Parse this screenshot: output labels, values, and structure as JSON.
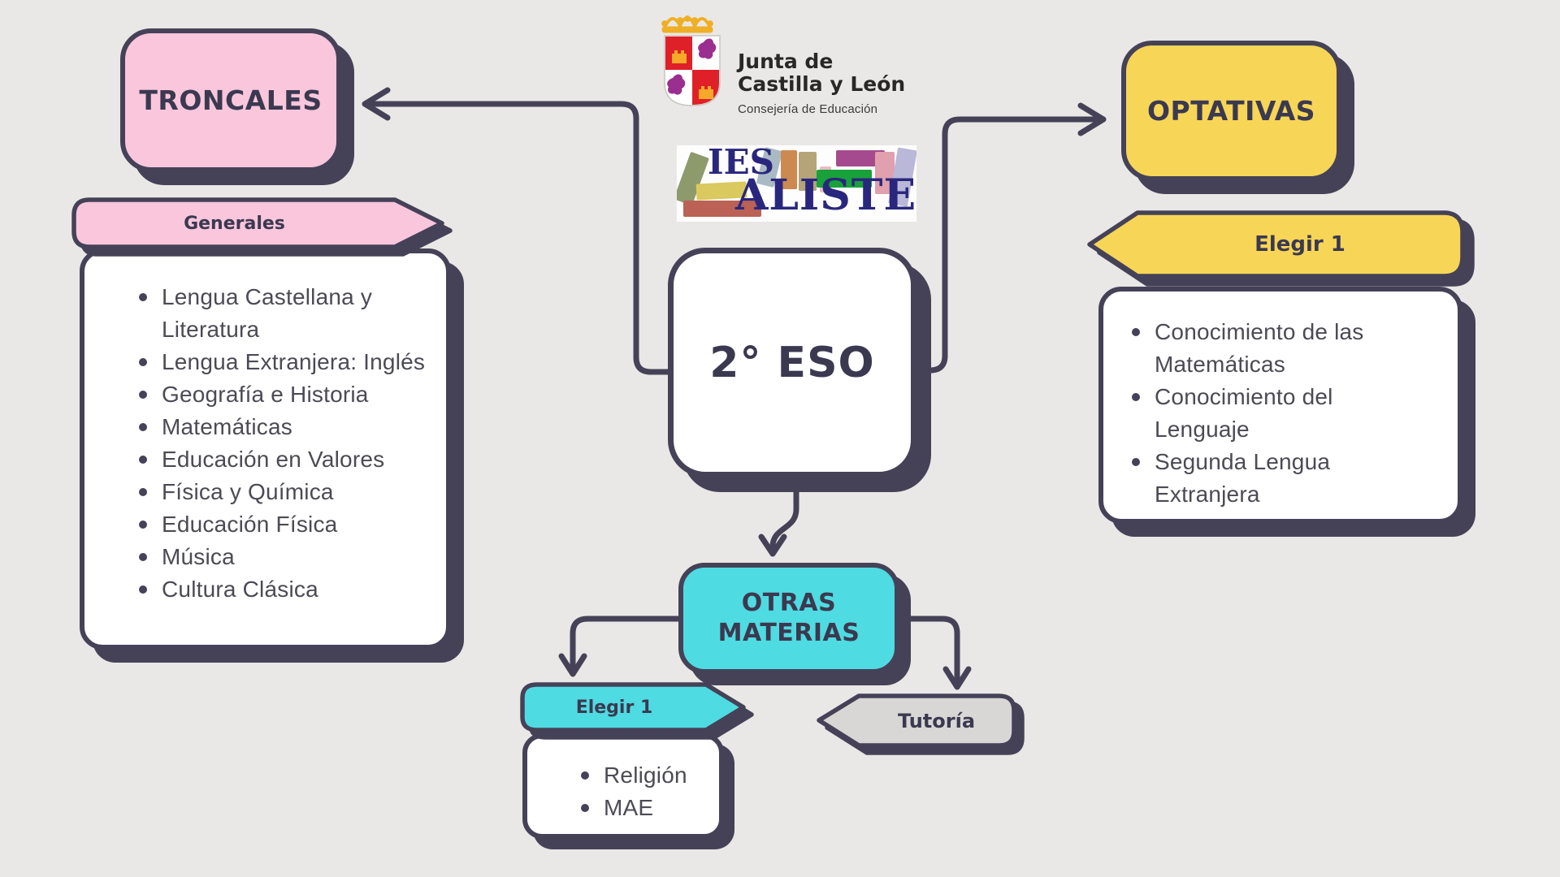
{
  "background_color": "#e9e8e6",
  "palette": {
    "outline": "#454258",
    "pink": "#f9c6dc",
    "yellow": "#f7d556",
    "cyan": "#4fdbe2",
    "gray": "#d8d7d5",
    "panel_white": "#ffffff",
    "heading_text": "#3b3950",
    "list_text": "#4c4a55",
    "logo_navy": "#29277d"
  },
  "header": {
    "junta": {
      "line1": "Junta de",
      "line2": "Castilla y León",
      "subtitle": "Consejería de Educación"
    },
    "ies": {
      "line1": "IES",
      "line2": "ALISTE"
    }
  },
  "center": {
    "title": "2° ESO"
  },
  "troncales": {
    "title": "TRONCALES",
    "tab": "Generales",
    "items": [
      "Lengua Castellana y Literatura",
      "Lengua Extranjera: Inglés",
      "Geografía e Historia",
      "Matemáticas",
      "Educación en Valores",
      "Física y Química",
      "Educación Física",
      "Música",
      "Cultura Clásica"
    ]
  },
  "optativas": {
    "title": "OPTATIVAS",
    "tab": "Elegir 1",
    "items": [
      "Conocimiento de las Matemáticas",
      "Conocimiento del Lenguaje",
      "Segunda Lengua Extranjera"
    ]
  },
  "otras": {
    "title": "OTRAS MATERIAS",
    "elegir_tab": "Elegir 1",
    "elegir_items": [
      "Religión",
      "MAE"
    ],
    "tutoria_tab": "Tutoría"
  }
}
